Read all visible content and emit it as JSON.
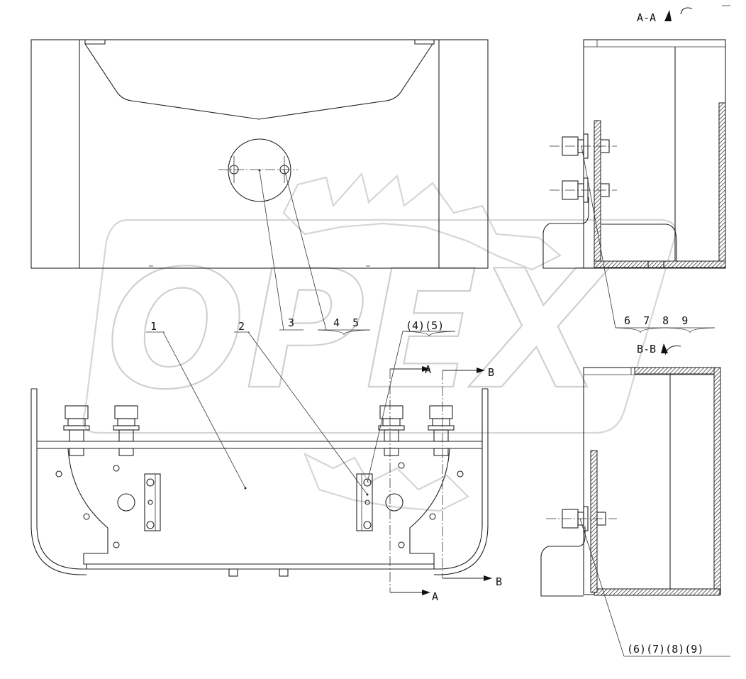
{
  "watermark": {
    "text": "OPEX"
  },
  "sections": {
    "aa": {
      "label": "A-A"
    },
    "bb": {
      "label": "B-B"
    }
  },
  "cut_markers": [
    {
      "id": "a-top",
      "letter": "A"
    },
    {
      "id": "b-top",
      "letter": "B"
    },
    {
      "id": "a-bottom",
      "letter": "A"
    },
    {
      "id": "b-bottom",
      "letter": "B"
    }
  ],
  "callouts": {
    "c1": "1",
    "c2": "2",
    "c3": "3",
    "c45": "4  5",
    "c45p": "(4)(5)",
    "c6789": "6  7  8  9",
    "c6789p": "(6)(7)(8)(9)"
  }
}
